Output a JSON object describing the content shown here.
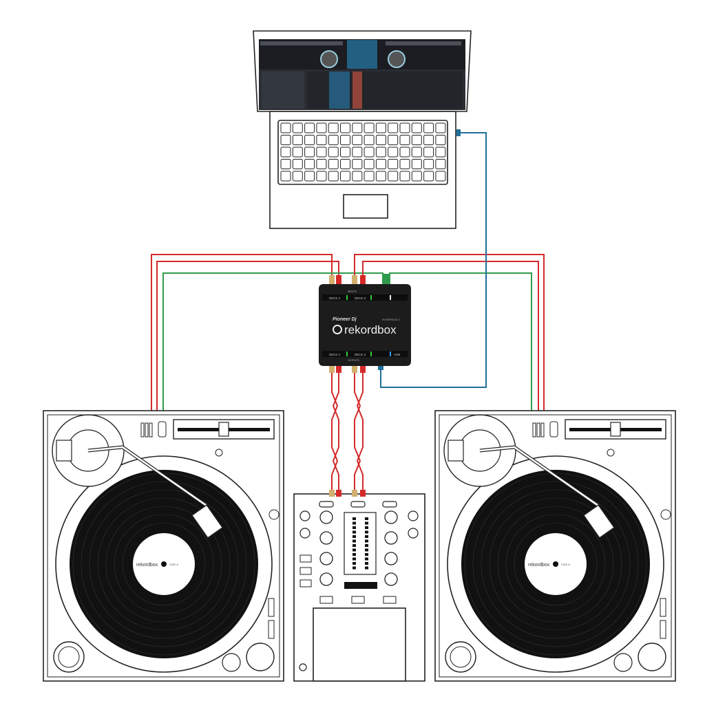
{
  "interface": {
    "brand": "Pioneer Dj",
    "product": "rekordbox",
    "model": "INTERFACE 2",
    "inputs_label": "INPUTS",
    "outputs_label": "OUTPUTS",
    "deck1": "DECK 1",
    "deck2": "DECK 2",
    "usb": "USB"
  },
  "record_label": {
    "brand": "rekordbox",
    "side": "SIDE A"
  },
  "colors": {
    "signal_cable": "#d42a2a",
    "ground_cable": "#2f9a4c",
    "usb_cable": "#1f6f9a",
    "device_body": "#1c1c1c"
  }
}
